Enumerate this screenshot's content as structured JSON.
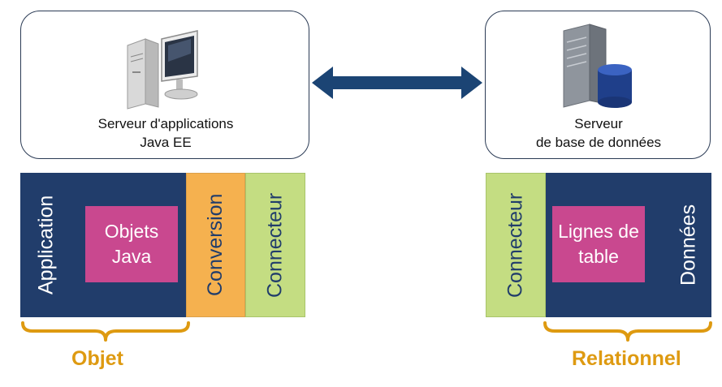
{
  "app_server": {
    "line1": "Serveur d'applications",
    "line2": "Java EE",
    "icon": "desktop-computer-icon"
  },
  "db_server": {
    "line1": "Serveur",
    "line2": "de base de données",
    "icon": "database-server-icon"
  },
  "left_stack": {
    "application": "Application",
    "objects_line1": "Objets",
    "objects_line2": "Java",
    "conversion": "Conversion",
    "connector": "Connecteur"
  },
  "right_stack": {
    "connector": "Connecteur",
    "rows_line1": "Lignes de",
    "rows_line2": "table",
    "data": "Données"
  },
  "labels": {
    "object": "Objet",
    "relational": "Relationnel"
  },
  "colors": {
    "navy": "#213d6b",
    "orange": "#f5b14f",
    "green": "#c4dd82",
    "pink": "#c9488f",
    "gold": "#de9a11",
    "arrow": "#1b4474"
  }
}
